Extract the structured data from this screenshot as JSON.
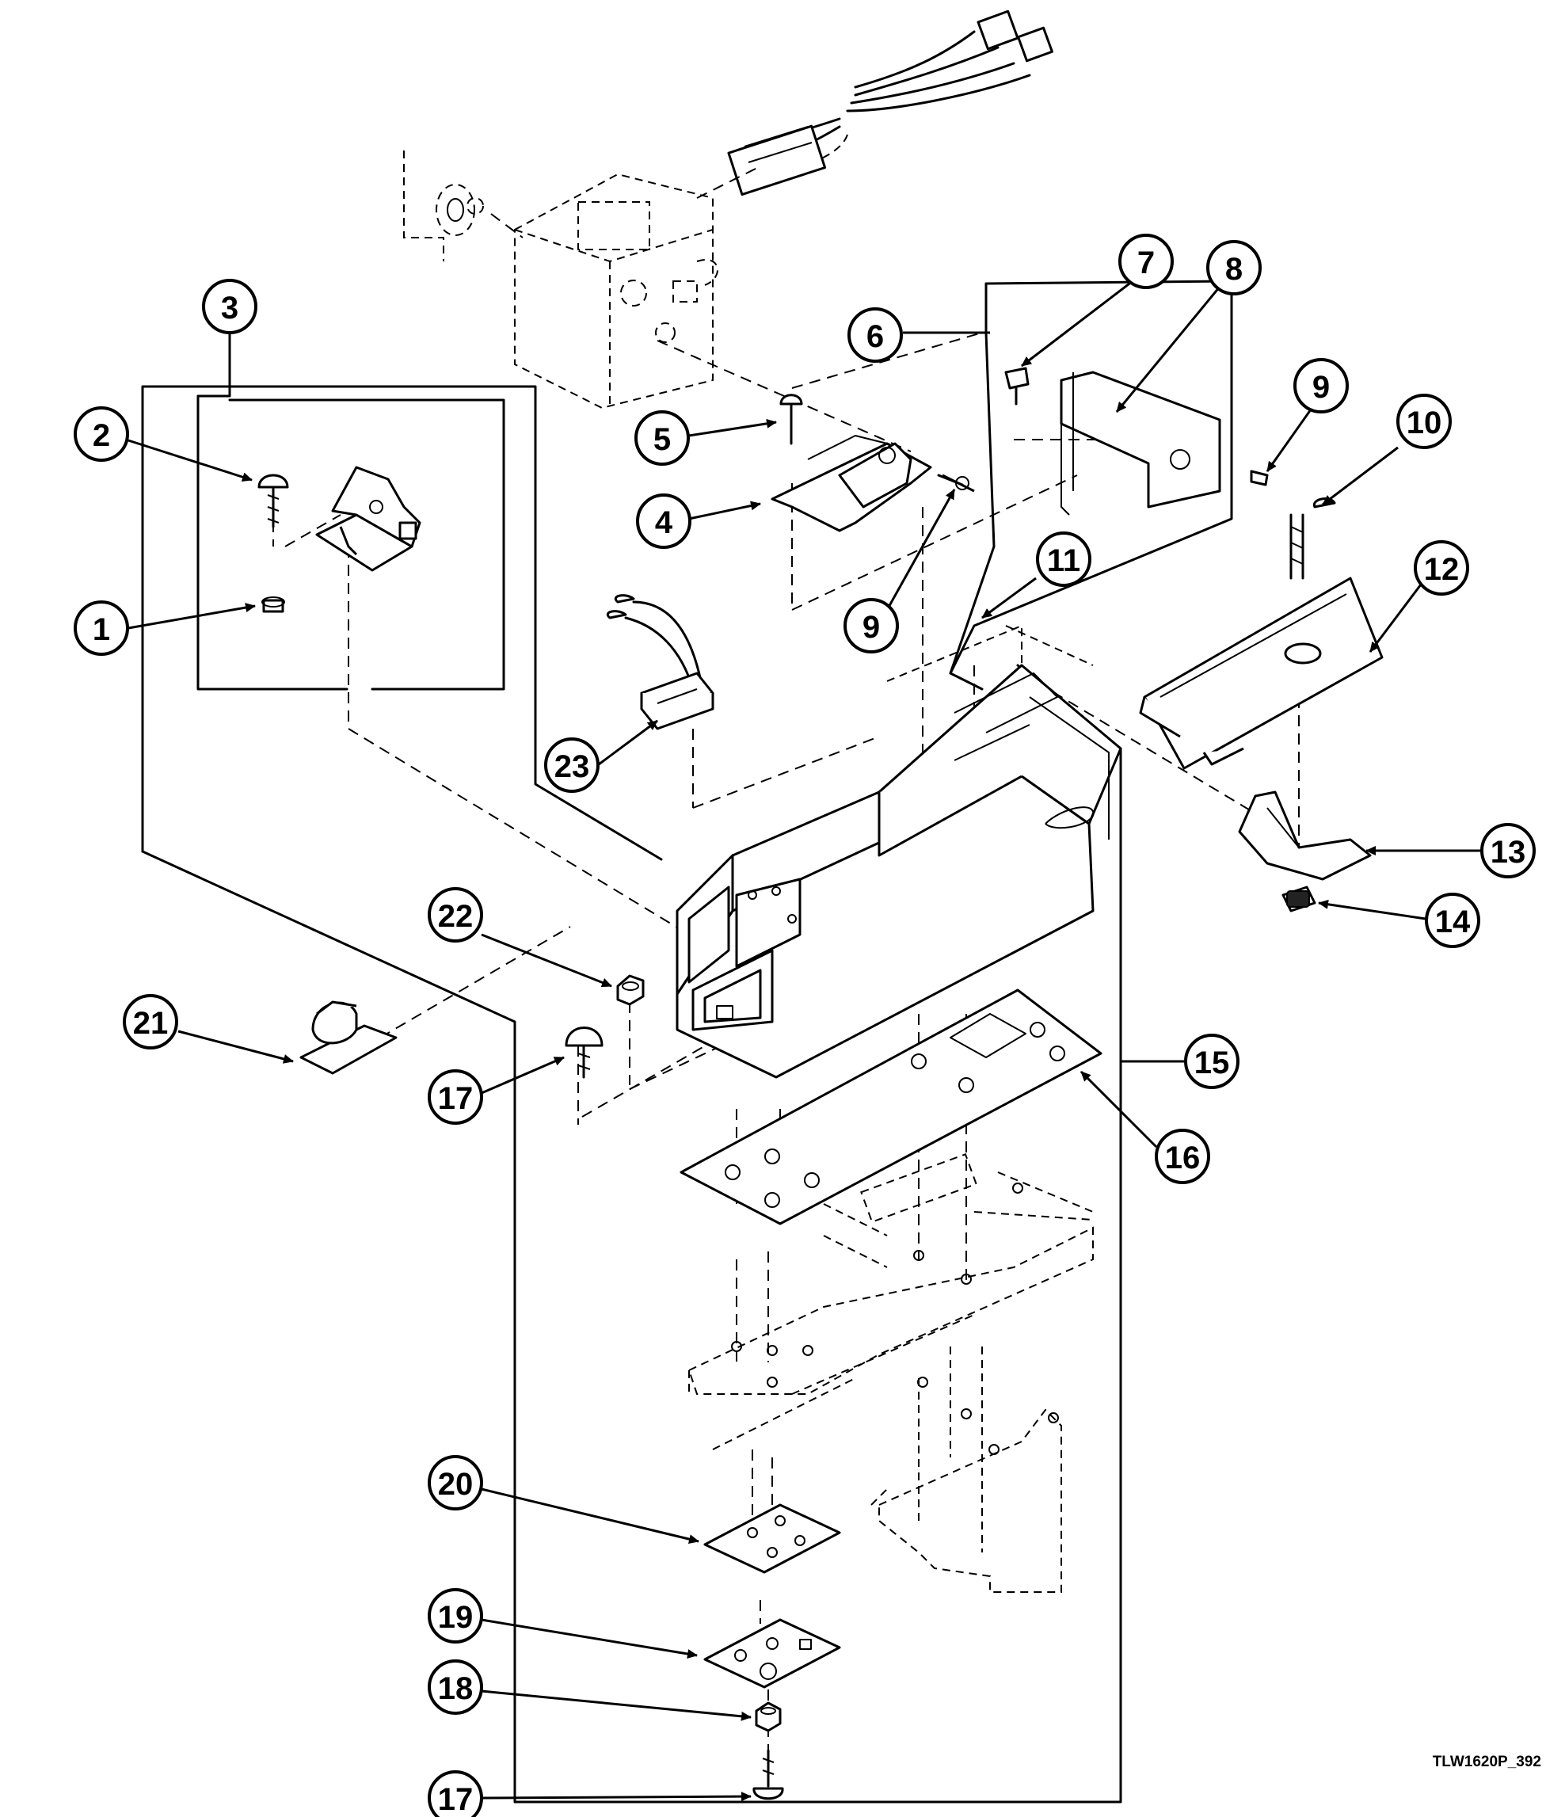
{
  "figure_id": "TLW1620P_392",
  "callouts": [
    "1",
    "2",
    "3",
    "4",
    "5",
    "6",
    "7",
    "8",
    "9",
    "9",
    "10",
    "11",
    "12",
    "13",
    "14",
    "15",
    "16",
    "17",
    "17",
    "18",
    "19",
    "20",
    "21",
    "22",
    "23"
  ],
  "colors": {
    "line": "#000000",
    "background": "#ffffff",
    "shade": "#d9d9d9"
  }
}
